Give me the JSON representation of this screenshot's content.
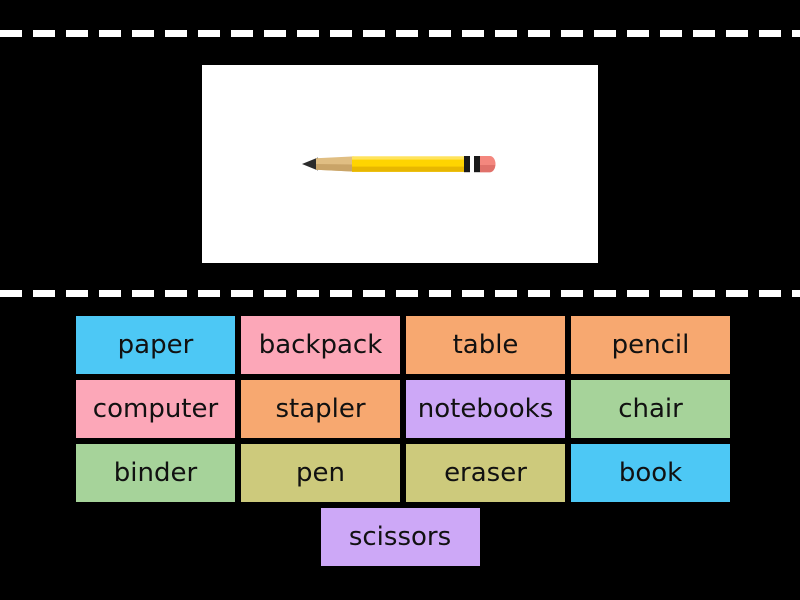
{
  "activity": {
    "type": "find-the-match",
    "background_color": "#000000",
    "divider_color": "#ffffff"
  },
  "prompt": {
    "image_name": "pencil-illustration",
    "alt": "pencil",
    "card_background": "#ffffff",
    "pencil": {
      "body_color": "#FFD400",
      "body_shade_color": "#E8B700",
      "wood_color": "#E0BE83",
      "wood_shade_color": "#C9A468",
      "lead_color": "#2B2B2B",
      "ferrule_color": "#1A1A1A",
      "ferrule_highlight": "#FFFFFF",
      "eraser_color": "#F4877E"
    }
  },
  "answers": {
    "rows": [
      [
        {
          "label": "paper",
          "color": "#4DC8F5"
        },
        {
          "label": "backpack",
          "color": "#FCA7B8"
        },
        {
          "label": "table",
          "color": "#F7A870"
        },
        {
          "label": "pencil",
          "color": "#F7A870"
        }
      ],
      [
        {
          "label": "computer",
          "color": "#FCA7B8"
        },
        {
          "label": "stapler",
          "color": "#F7A870"
        },
        {
          "label": "notebooks",
          "color": "#CDA8F7"
        },
        {
          "label": "chair",
          "color": "#A6D39A"
        }
      ],
      [
        {
          "label": "binder",
          "color": "#A6D39A"
        },
        {
          "label": "pen",
          "color": "#CDCA7C"
        },
        {
          "label": "eraser",
          "color": "#CDCA7C"
        },
        {
          "label": "book",
          "color": "#4DC8F5"
        }
      ],
      [
        {
          "label": "scissors",
          "color": "#CDA8F7"
        }
      ]
    ]
  }
}
